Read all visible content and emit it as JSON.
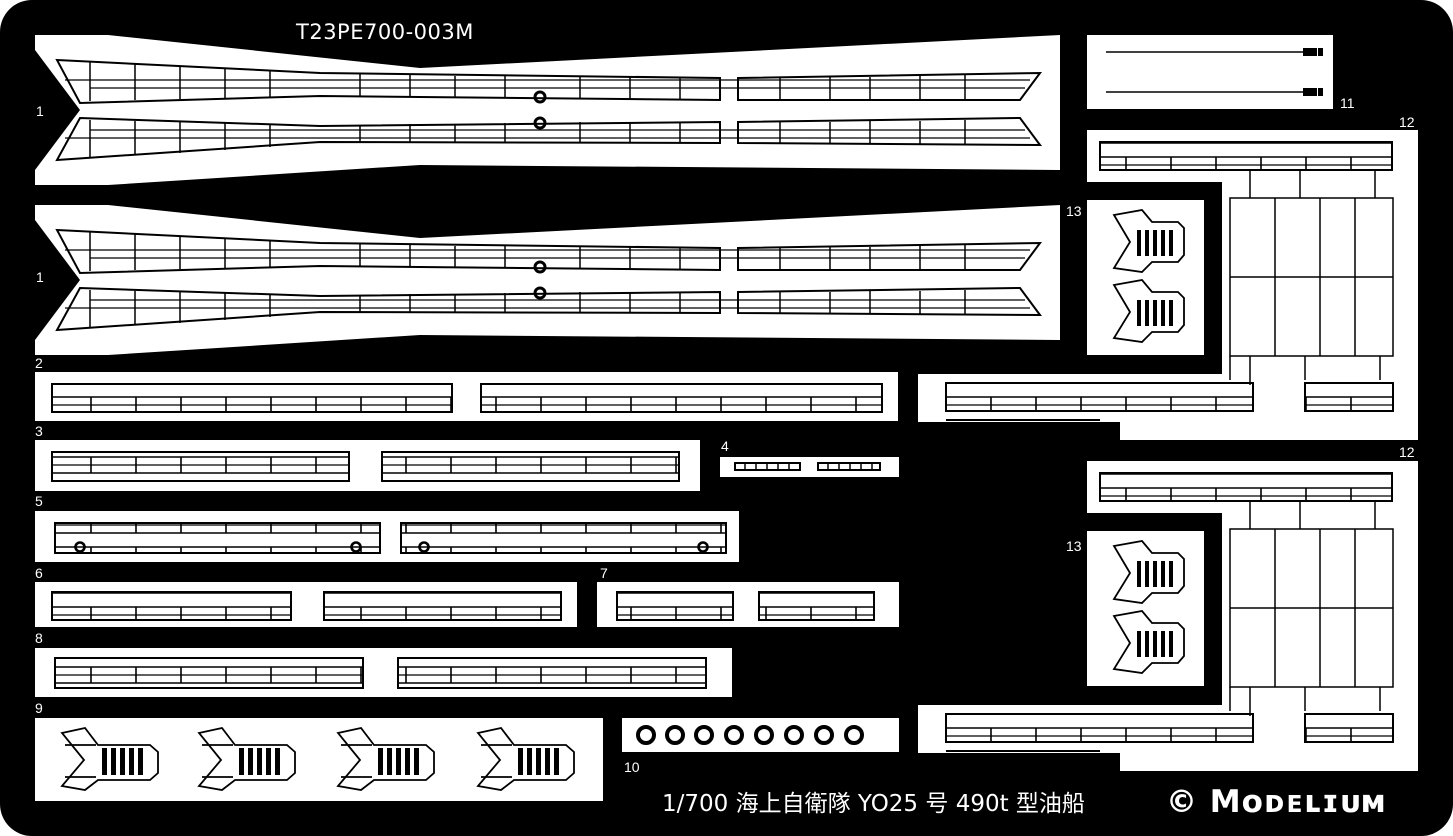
{
  "sheet": {
    "code": "T23PE700-003M",
    "title": "1/700 海上自衛隊 YO25 号 490t 型油船",
    "brand": "© Mᴏᴅᴇʟɪᴜᴍ",
    "colors": {
      "background": "#000000",
      "fret": "#ffffff",
      "etch": "#000000"
    }
  },
  "part_numbers": {
    "p1a": "1",
    "p1b": "1",
    "p2": "2",
    "p3": "3",
    "p4": "4",
    "p5": "5",
    "p6": "6",
    "p7": "7",
    "p8": "8",
    "p9": "9",
    "p10": "10",
    "p11": "11",
    "p12a": "12",
    "p12b": "12",
    "p13a": "13",
    "p13b": "13"
  }
}
